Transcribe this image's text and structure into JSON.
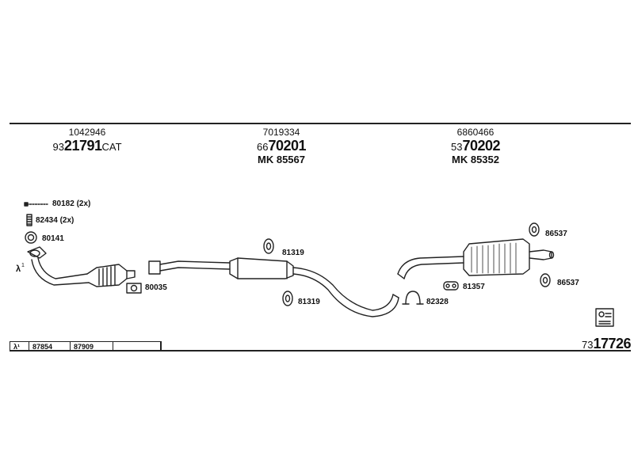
{
  "header": {
    "col1": {
      "top": "1042946",
      "prefix": "93",
      "main": "21791",
      "suffix": "CAT"
    },
    "col2": {
      "top": "7019334",
      "prefix": "66",
      "main": "70201",
      "mk": "MK 85567"
    },
    "col3": {
      "top": "6860466",
      "prefix": "53",
      "main": "70202",
      "mk": "MK 85352"
    }
  },
  "parts": {
    "p80182": "80182 (2x)",
    "p82434": "82434 (2x)",
    "p80141": "80141",
    "p80035": "80035",
    "p81319a": "81319",
    "p81319b": "81319",
    "p81357": "81357",
    "p82328": "82328",
    "p86537a": "86537",
    "p86537b": "86537"
  },
  "table": {
    "lambda": "λ¹",
    "cells": [
      "87854",
      "87909",
      ""
    ]
  },
  "footer": {
    "prefix": "73",
    "main": "17726"
  },
  "icons": [
    "lambda-sensor-icon",
    "catalyst-icon",
    "middle-muffler-icon",
    "rear-muffler-icon",
    "rubber-hanger-icon",
    "clamp-icon",
    "gasket-icon",
    "bolt-icon",
    "spring-icon",
    "mounting-kit-icon"
  ]
}
